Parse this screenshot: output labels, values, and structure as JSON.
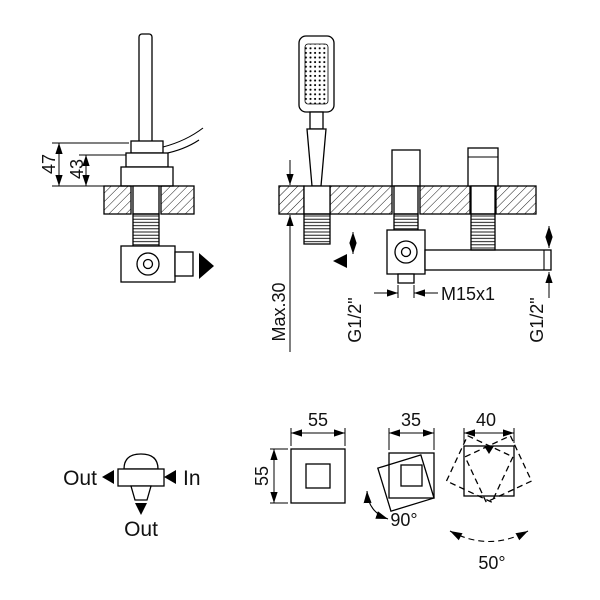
{
  "page": {
    "ink_color": "#000000",
    "paper_color": "#ffffff"
  },
  "views": {
    "side_left": {
      "dim_47": "47",
      "dim_43": "43"
    },
    "side_right": {
      "dim_max30": "Max.30",
      "dim_g12_left": "G1/2\"",
      "dim_m15": "M15x1",
      "dim_g12_right": "G1/2\""
    },
    "flow": {
      "out_left": "Out",
      "in_label": "In",
      "out_bottom": "Out"
    },
    "top_views": {
      "dim_55_w": "55",
      "dim_55_h": "55",
      "dim_35": "35",
      "dim_40": "40",
      "angle_90": "90°",
      "angle_50": "50°"
    }
  }
}
